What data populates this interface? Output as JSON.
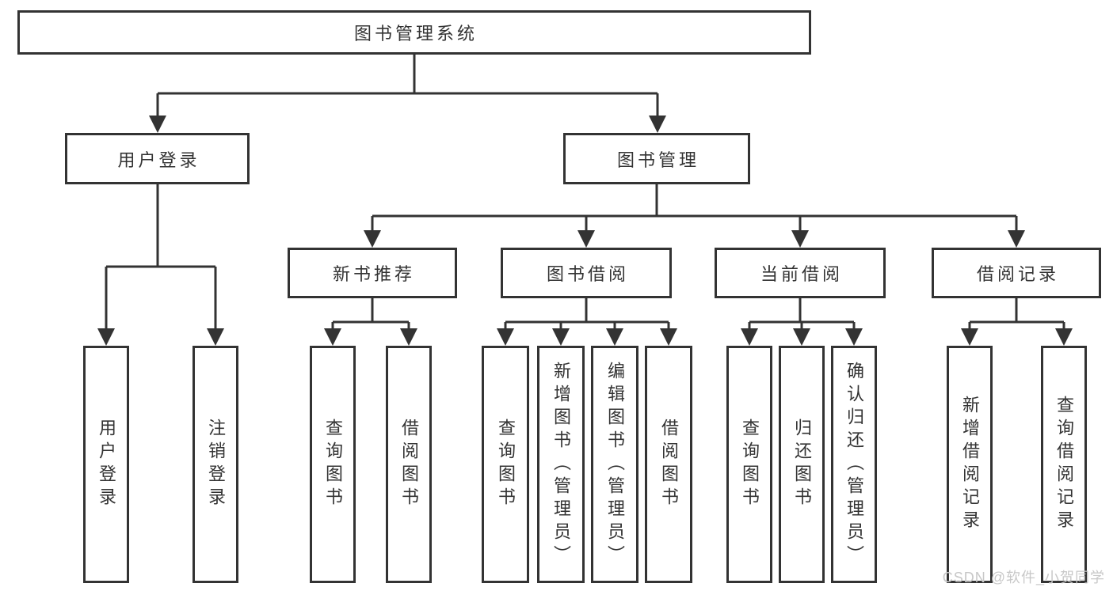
{
  "diagram_title": "图书管理系统",
  "watermark": {
    "text": "CSDN @软件_小贺同学",
    "color": "#c8c8c8"
  },
  "colors": {
    "line": "#333333",
    "box_border": "#333333",
    "text": "#333333",
    "background": "#ffffff"
  },
  "tree": {
    "root": {
      "label": "图书管理系统",
      "children": [
        {
          "label": "用户登录",
          "children": [
            {
              "label": "用户登录"
            },
            {
              "label": "注销登录"
            }
          ]
        },
        {
          "label": "图书管理",
          "children": [
            {
              "label": "新书推荐",
              "children": [
                {
                  "label": "查询图书"
                },
                {
                  "label": "借阅图书"
                }
              ]
            },
            {
              "label": "图书借阅",
              "children": [
                {
                  "label": "查询图书"
                },
                {
                  "label": "新增图书（管理员）"
                },
                {
                  "label": "编辑图书（管理员）"
                },
                {
                  "label": "借阅图书"
                }
              ]
            },
            {
              "label": "当前借阅",
              "children": [
                {
                  "label": "查询图书"
                },
                {
                  "label": "归还图书"
                },
                {
                  "label": "确认归还（管理员）"
                }
              ]
            },
            {
              "label": "借阅记录",
              "children": [
                {
                  "label": "新增借阅记录"
                },
                {
                  "label": "查询借阅记录"
                }
              ]
            }
          ]
        }
      ]
    }
  }
}
